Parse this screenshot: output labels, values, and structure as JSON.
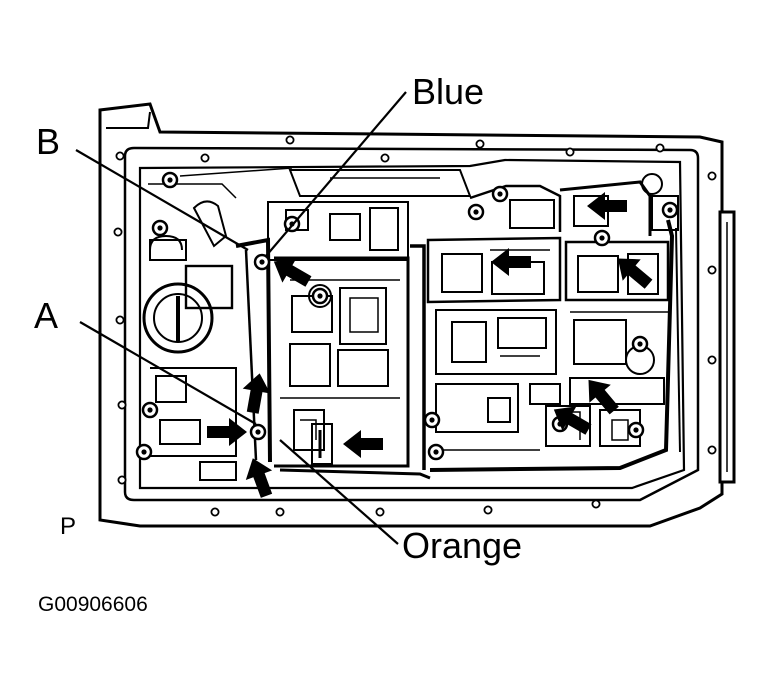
{
  "labels": {
    "blue": "Blue",
    "b": "B",
    "a": "A",
    "orange": "Orange",
    "p": "P",
    "figure_code": "G00906606"
  },
  "colors": {
    "ink": "#000000",
    "paper": "#ffffff"
  },
  "icons": {
    "arrow": "black-block-arrow-icon",
    "bolt": "bolt-hole-icon"
  }
}
